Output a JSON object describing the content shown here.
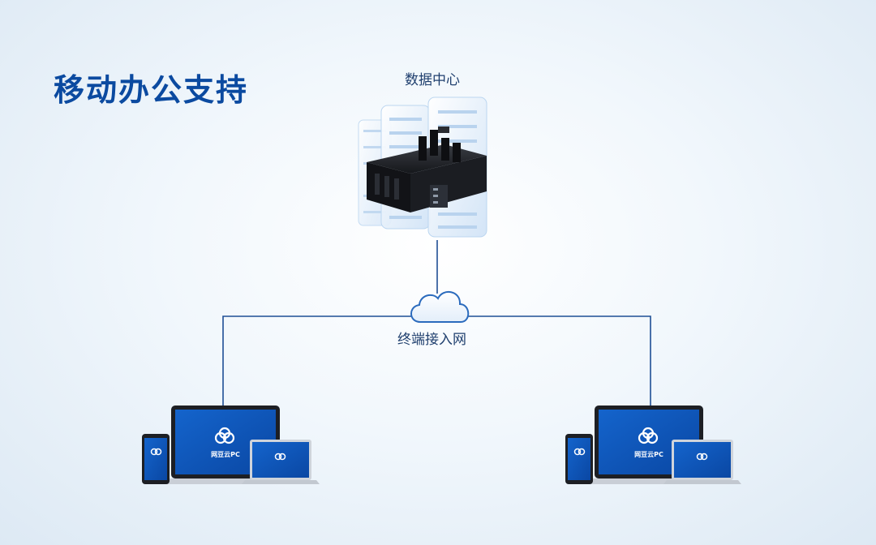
{
  "title": "移动办公支持",
  "data_center": {
    "label": "数据中心"
  },
  "network": {
    "label": "终端接入网"
  },
  "devices": {
    "left": {
      "brand": "网豆云PC"
    },
    "right": {
      "brand": "网豆云PC"
    }
  },
  "colors": {
    "title": "#0b4aa0",
    "line": "#1f4f95",
    "cloud": "#2b6bbd",
    "screen": "#0d55b8",
    "server": "#1b1d22"
  }
}
